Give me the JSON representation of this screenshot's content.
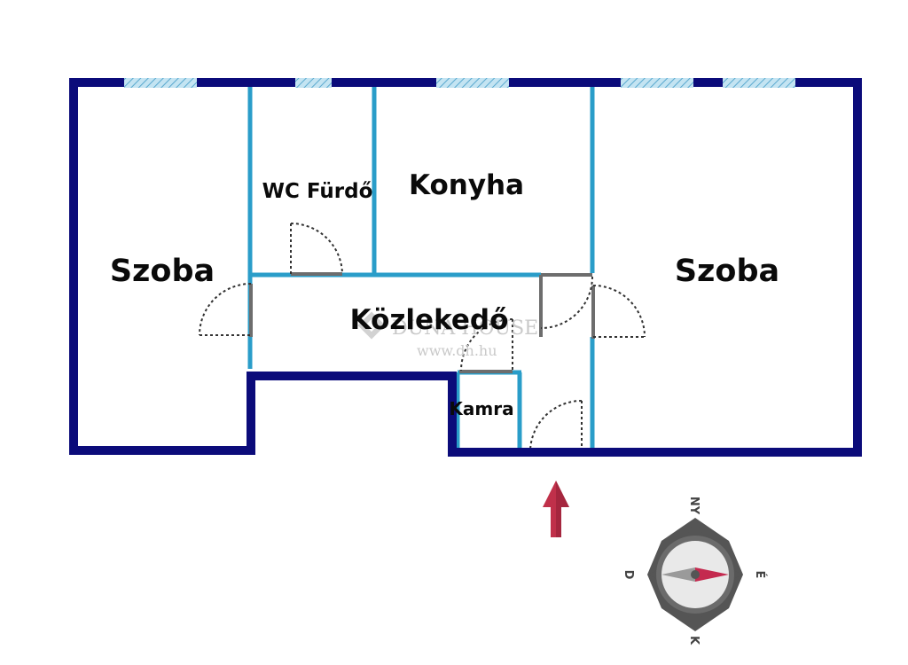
{
  "colors": {
    "outer_wall": "#0b0b7a",
    "inner_wall": "#2a9dc9",
    "window_fill": "#a9d6ea",
    "door_frame": "#6d6d6d",
    "entrance_arrow": "#c0304a",
    "watermark": "#c9c9c9"
  },
  "rooms": {
    "szoba_left": "Szoba",
    "wc_furdo": "WC Fürdő",
    "konyha": "Konyha",
    "szoba_right": "Szoba",
    "kozlekedo": "Közlekedő",
    "kamra": "Kamra"
  },
  "watermark": {
    "brand": "DUNA HOUSE",
    "url": "www.dh.hu"
  },
  "compass": {
    "north": "NY",
    "east": "É",
    "south": "K",
    "west": "D"
  },
  "icons": {
    "entrance": "entrance-arrow-icon",
    "compass": "compass-rose-icon",
    "watermark_logo": "duna-house-logo-icon"
  }
}
